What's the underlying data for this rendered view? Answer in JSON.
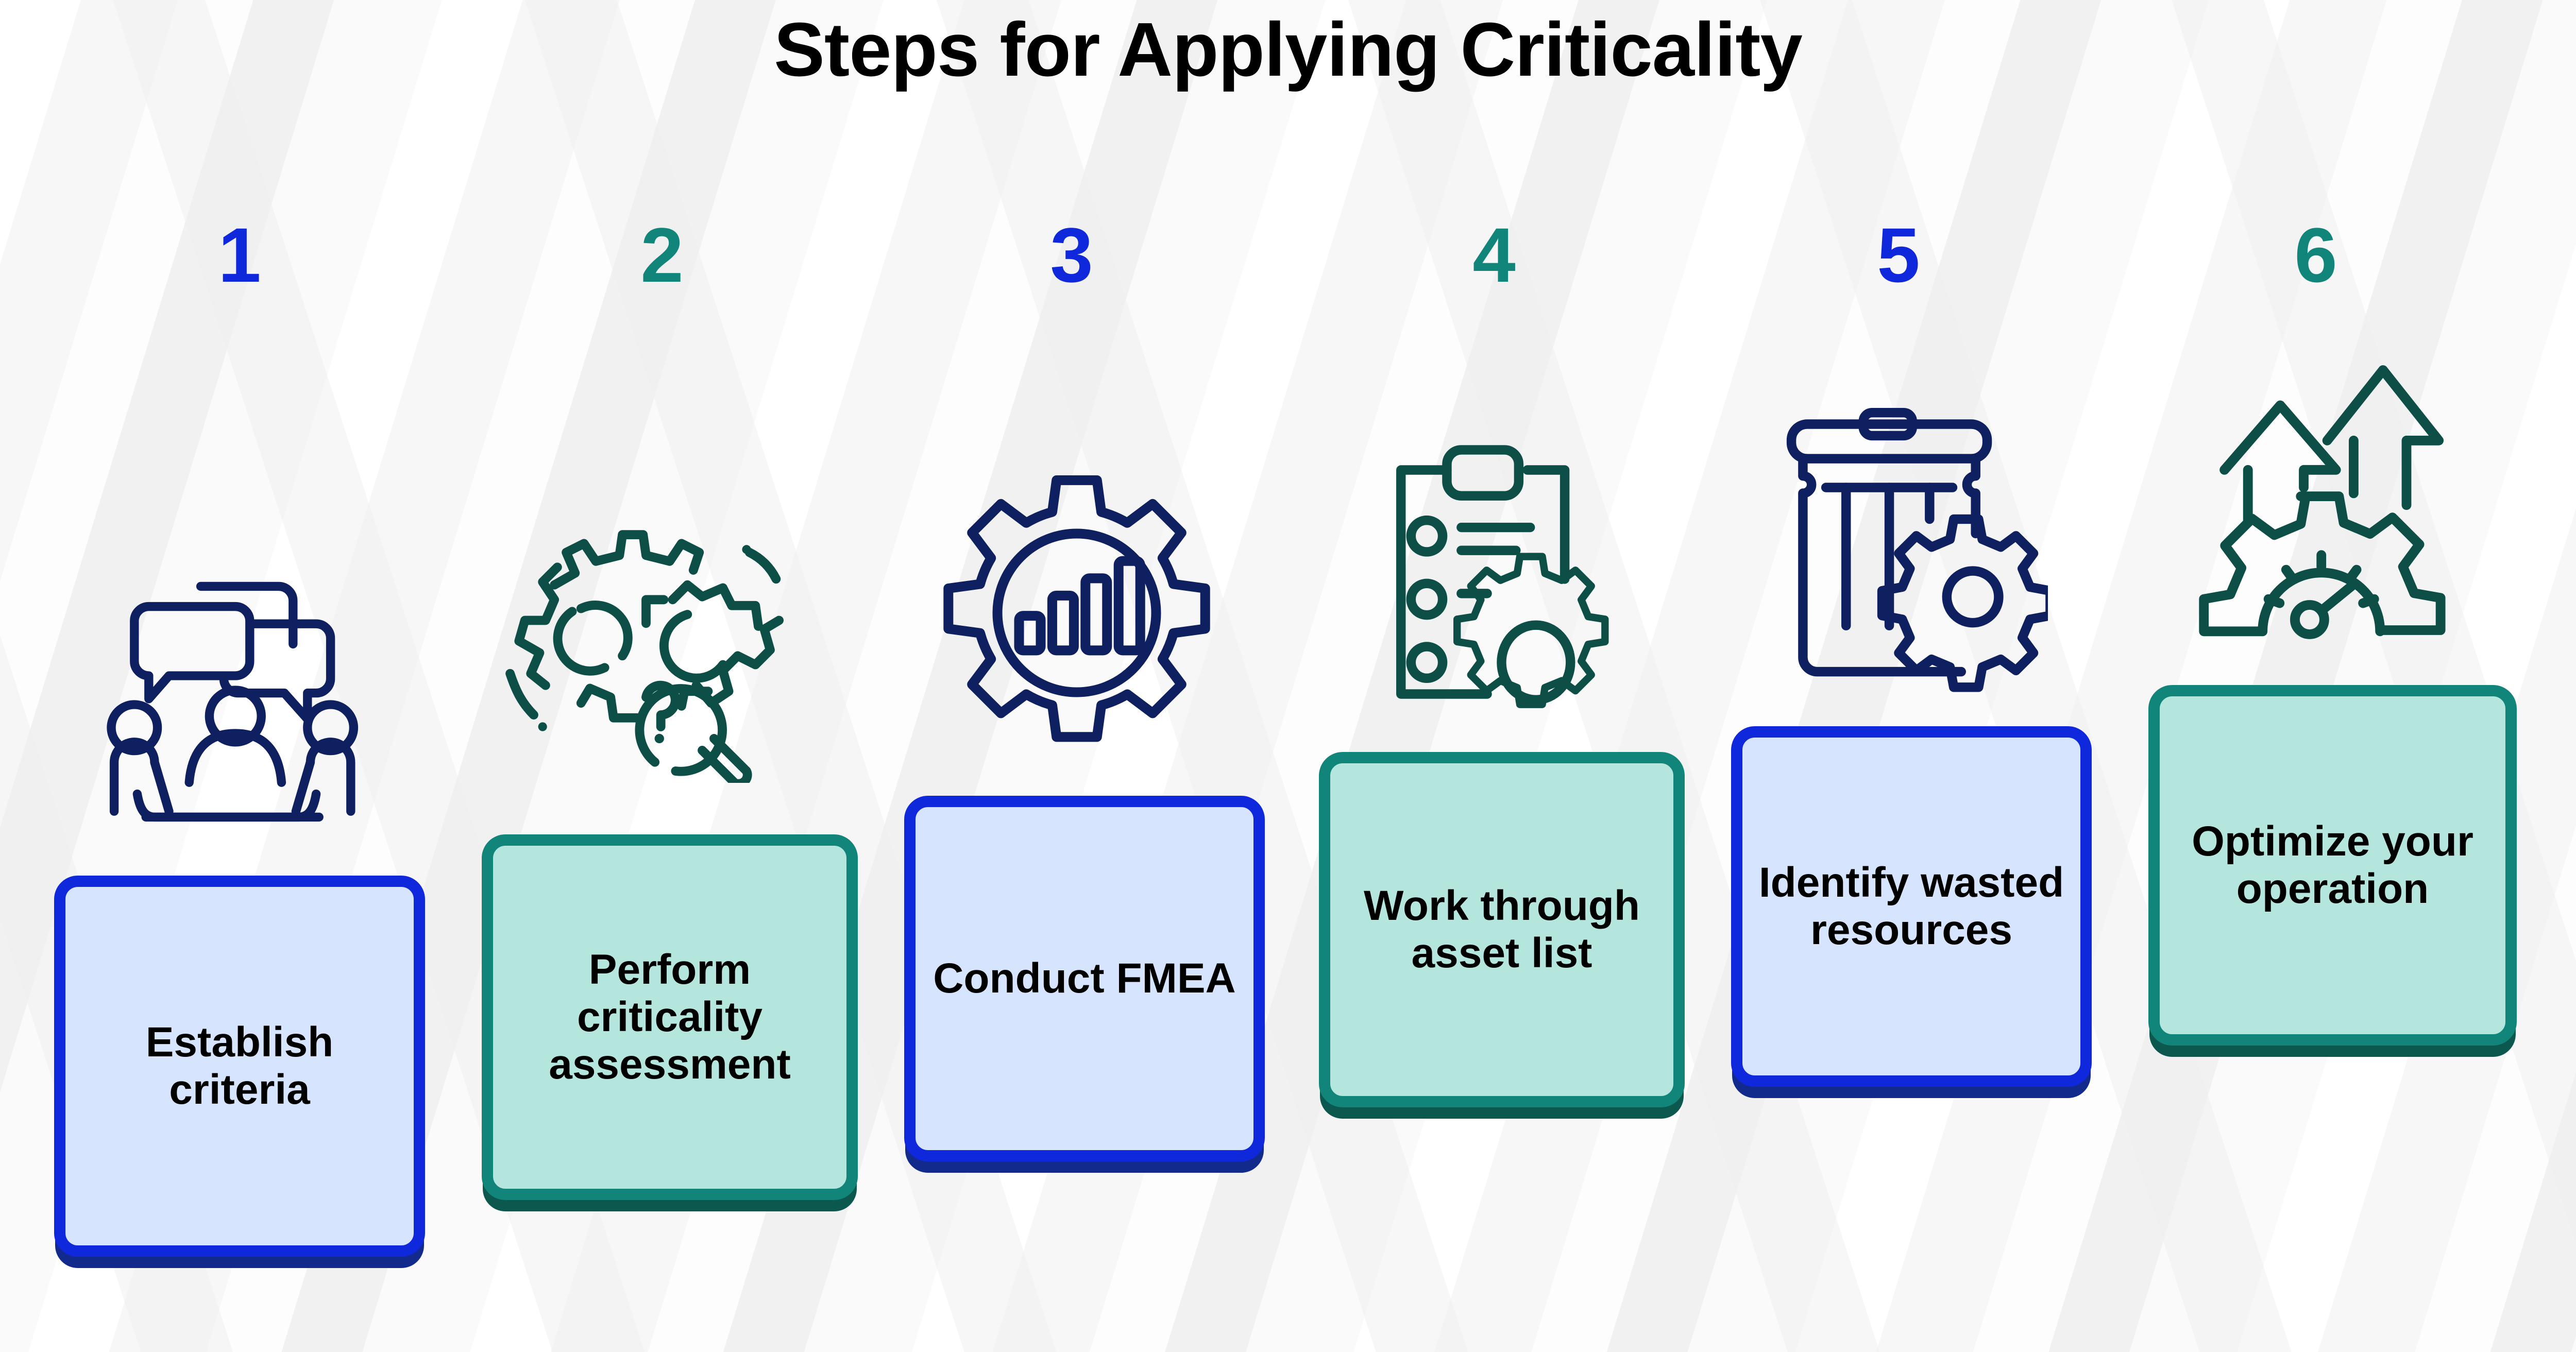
{
  "header": {
    "title": "Steps for Applying Criticality"
  },
  "theme": {
    "blue_accent": "#1028DC",
    "blue_fill": "#D6E4FD",
    "blue_shadow": "#122A8C",
    "blue_icon": "#0F2060",
    "teal_accent": "#11857A",
    "teal_fill": "#B4E6DE",
    "teal_shadow": "#0C584F",
    "teal_icon": "#0D4F47",
    "title_color": "#000000",
    "card_text_color": "#000000",
    "background": "#FDFDFD"
  },
  "steps": [
    {
      "number": "1",
      "label": "Establish criteria",
      "color_scheme": "blue",
      "icon": "people-meeting-speech-bubbles-icon"
    },
    {
      "number": "2",
      "label": "Perform criticality assessment",
      "color_scheme": "teal",
      "icon": "gears-magnifier-question-icon"
    },
    {
      "number": "3",
      "label": "Conduct FMEA",
      "color_scheme": "blue",
      "icon": "gear-bar-chart-icon"
    },
    {
      "number": "4",
      "label": "Work through asset list",
      "color_scheme": "teal",
      "icon": "clipboard-checklist-gear-icon"
    },
    {
      "number": "5",
      "label": "Identify wasted resources",
      "color_scheme": "blue",
      "icon": "trash-bin-gear-icon"
    },
    {
      "number": "6",
      "label": "Optimize your operation",
      "color_scheme": "teal",
      "icon": "arrows-up-gear-gauge-icon"
    }
  ]
}
